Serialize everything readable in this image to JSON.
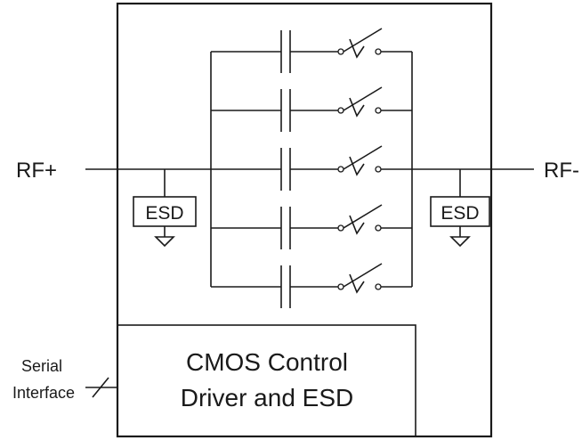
{
  "ports": {
    "rf_plus": "RF+",
    "rf_minus": "RF-"
  },
  "esd": {
    "left": "ESD",
    "right": "ESD"
  },
  "control": {
    "line1": "CMOS Control",
    "line2": "Driver and ESD"
  },
  "serial": {
    "line1": "Serial",
    "line2": "Interface"
  },
  "bank": {
    "stages": 5
  }
}
